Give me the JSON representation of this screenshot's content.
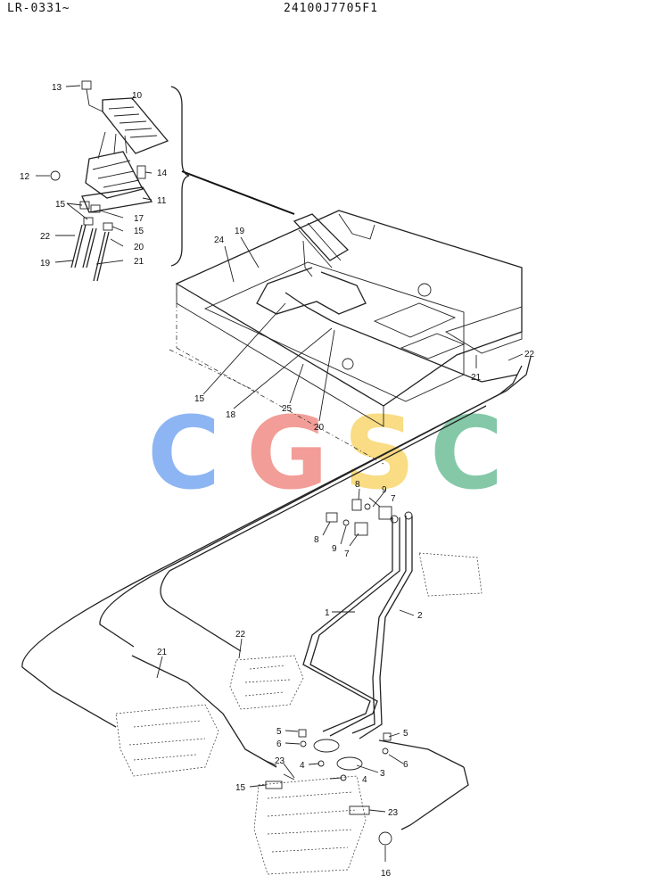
{
  "header": {
    "serial_range": "LR-0331~",
    "part_number": "24100J7705F1"
  },
  "watermark": {
    "letters": [
      "C",
      "G",
      "S",
      "C"
    ],
    "colors": [
      "#7aa9f2",
      "#f08d85",
      "#f9d66e",
      "#6fbf99"
    ]
  },
  "callouts": {
    "c1": "1",
    "c2": "2",
    "c3": "3",
    "c4a": "4",
    "c4b": "4",
    "c5a": "5",
    "c5b": "5",
    "c6a": "6",
    "c6b": "6",
    "c7a": "7",
    "c7b": "7",
    "c8a": "8",
    "c8b": "8",
    "c9a": "9",
    "c9b": "9",
    "c10": "10",
    "c11": "11",
    "c12": "12",
    "c13": "13",
    "c14": "14",
    "c15a": "15",
    "c15b": "15",
    "c15c": "15",
    "c15d": "15",
    "c16": "16",
    "c17": "17",
    "c18": "18",
    "c19a": "19",
    "c19b": "19",
    "c20a": "20",
    "c20b": "20",
    "c21a": "21",
    "c21b": "21",
    "c21c": "21",
    "c22a": "22",
    "c22b": "22",
    "c22c": "22",
    "c23a": "23",
    "c23b": "23",
    "c24": "24",
    "c25": "25"
  }
}
